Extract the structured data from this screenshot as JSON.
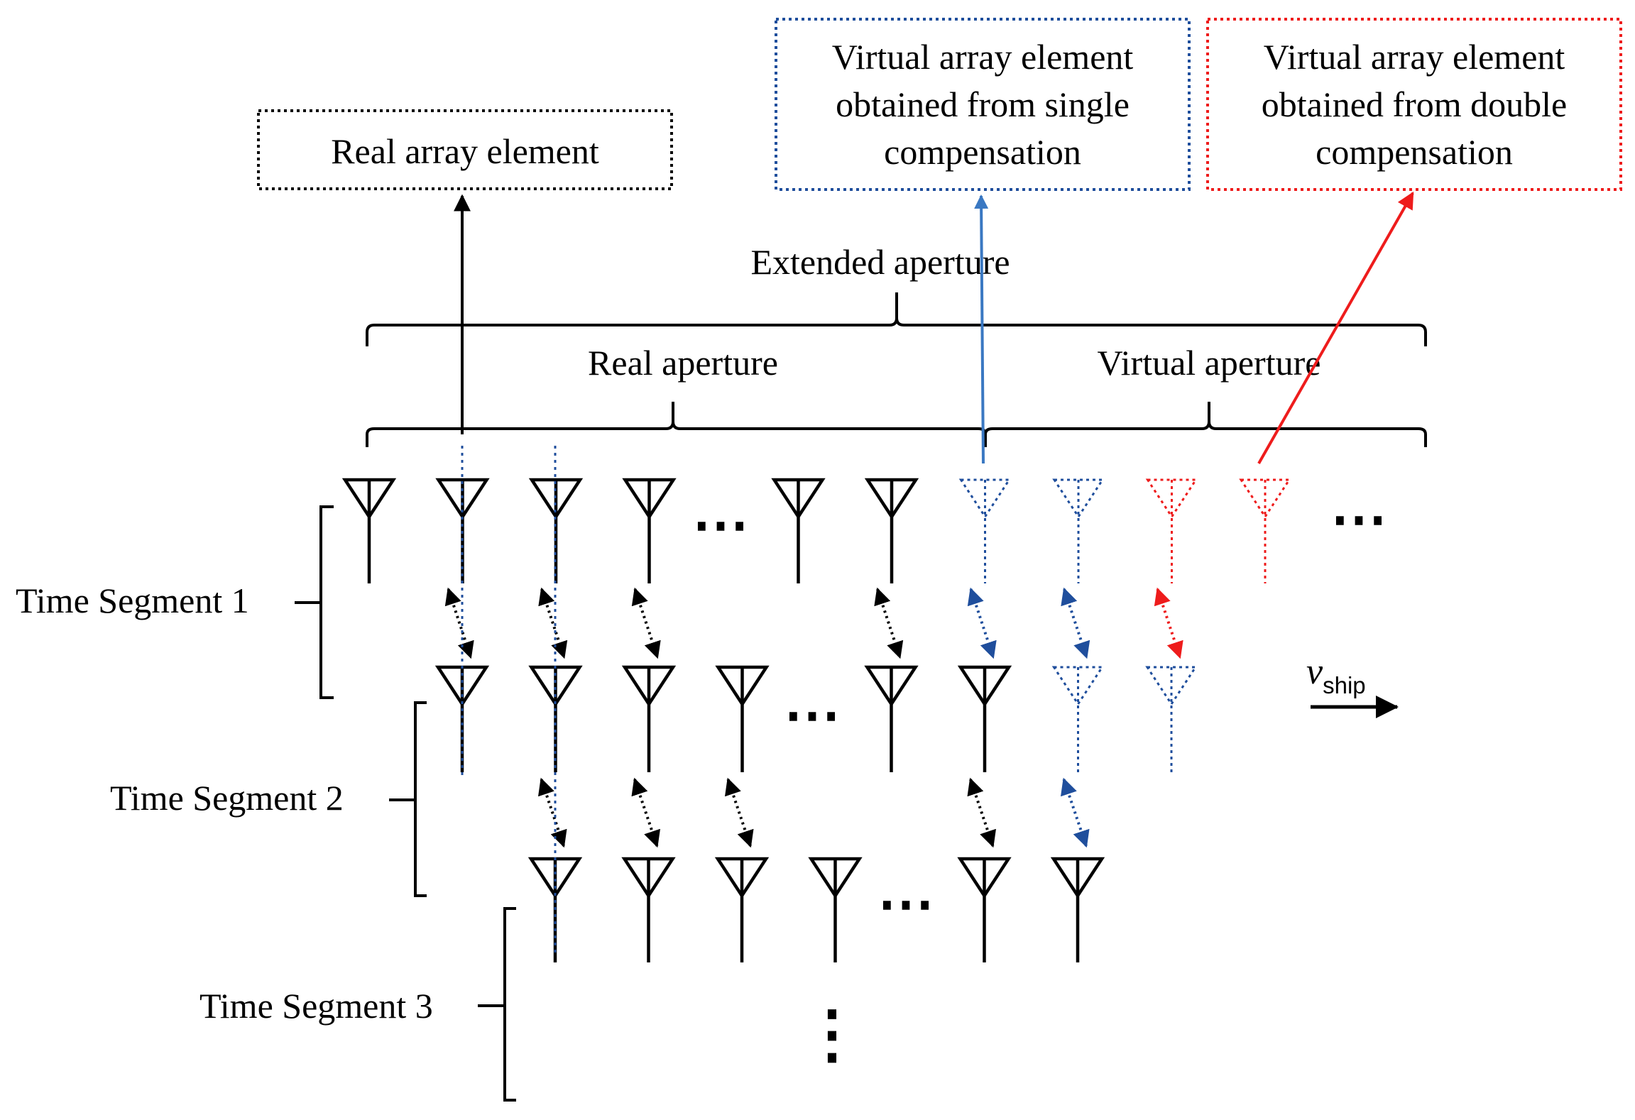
{
  "colors": {
    "real": "#000000",
    "single": "#1f4e9c",
    "double": "#ee1c1c",
    "single_arrow": "#3a78c2"
  },
  "boxes": {
    "real": {
      "lines": [
        "Real array element"
      ]
    },
    "single": {
      "lines": [
        "Virtual array element",
        "obtained from single",
        "compensation"
      ]
    },
    "double": {
      "lines": [
        "Virtual array element",
        "obtained from double",
        "compensation"
      ]
    }
  },
  "labels": {
    "extended_aperture": "Extended aperture",
    "real_aperture": "Real aperture",
    "virtual_aperture": "Virtual aperture",
    "v_symbol": "v",
    "v_subscript": "ship"
  },
  "segments": [
    {
      "label": "Time Segment 1",
      "elements": [
        "real",
        "real",
        "real",
        "real",
        "gap",
        "real",
        "real",
        "single",
        "single",
        "double",
        "double"
      ]
    },
    {
      "label": "Time Segment 2",
      "elements": [
        "real",
        "real",
        "real",
        "real",
        "gap",
        "real",
        "real",
        "single",
        "single"
      ]
    },
    {
      "label": "Time Segment 3",
      "elements": [
        "real",
        "real",
        "real",
        "real",
        "gap",
        "real",
        "real"
      ]
    }
  ],
  "ellipses": {
    "horizontal": "⋯",
    "vertical": "⋮"
  }
}
